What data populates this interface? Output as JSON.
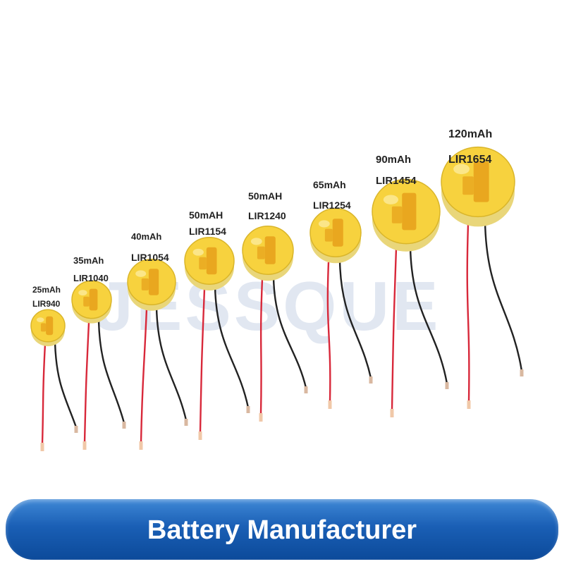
{
  "watermark": "JESSQUE",
  "banner": {
    "text": "Battery Manufacturer"
  },
  "colors": {
    "cell_top": "#f7d23e",
    "cell_side": "#e9d67a",
    "tab": "#e7a21c",
    "wire_red": "#d8283a",
    "wire_black": "#222222",
    "banner": "#1a5fb5"
  },
  "batteries": [
    {
      "capacity": "25mAh",
      "model": "LIR940",
      "capacity_mah": 25
    },
    {
      "capacity": "35mAh",
      "model": "LIR1040",
      "capacity_mah": 35
    },
    {
      "capacity": "40mAh",
      "model": "LIR1054",
      "capacity_mah": 40
    },
    {
      "capacity": "50mAH",
      "model": "LIR1154",
      "capacity_mah": 50
    },
    {
      "capacity": "50mAH",
      "model": "LIR1240",
      "capacity_mah": 50
    },
    {
      "capacity": "65mAh",
      "model": "LIR1254",
      "capacity_mah": 65
    },
    {
      "capacity": "90mAh",
      "model": "LIR1454",
      "capacity_mah": 90
    },
    {
      "capacity": "120mAh",
      "model": "LIR1654",
      "capacity_mah": 120
    }
  ]
}
